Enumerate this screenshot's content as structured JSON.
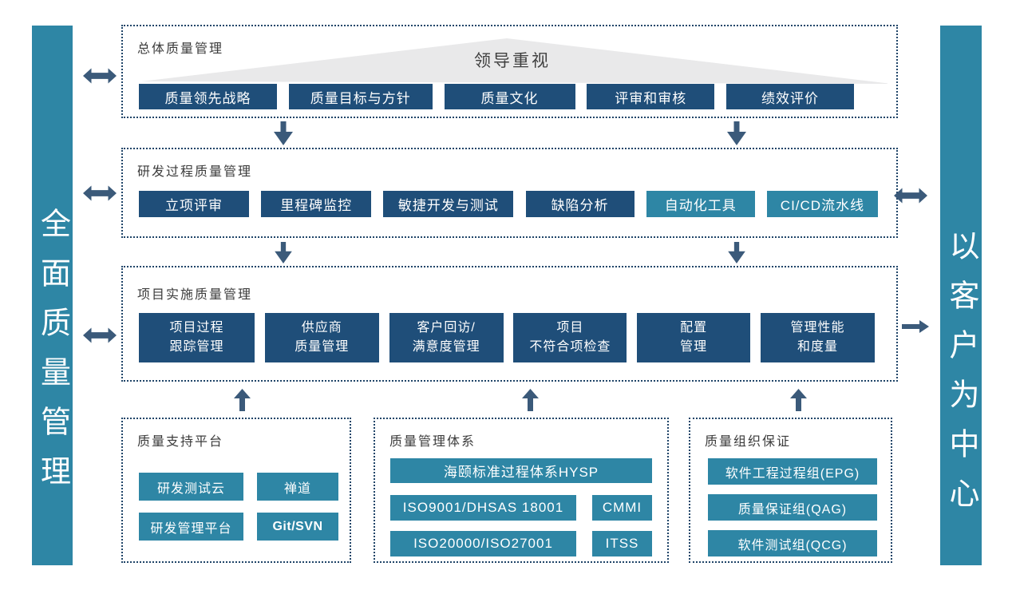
{
  "colors": {
    "dark_blue": "#1F4E79",
    "teal": "#2E86A5",
    "arrow": "#3B5A7A",
    "border": "#1F4468",
    "banner_fill": "#E9E9EA"
  },
  "left_bar": {
    "label": "全面质量管理"
  },
  "right_bar": {
    "label": "以客户为中心"
  },
  "sections": {
    "overall": {
      "title": "总体质量管理",
      "banner": "领导重视",
      "items": [
        "质量领先战略",
        "质量目标与方针",
        "质量文化",
        "评审和审核",
        "绩效评价"
      ]
    },
    "rd": {
      "title": "研发过程质量管理",
      "items": [
        "立项评审",
        "里程碑监控",
        "敏捷开发与测试",
        "缺陷分析",
        "自动化工具",
        "CI/CD流水线"
      ]
    },
    "project": {
      "title": "项目实施质量管理",
      "items": [
        [
          "项目过程",
          "跟踪管理"
        ],
        [
          "供应商",
          "质量管理"
        ],
        [
          "客户回访/",
          "满意度管理"
        ],
        [
          "项目",
          "不符合项检查"
        ],
        [
          "配置",
          "管理"
        ],
        [
          "管理性能",
          "和度量"
        ]
      ]
    },
    "support": {
      "title": "质量支持平台",
      "items": [
        "研发测试云",
        "禅道",
        "研发管理平台",
        "Git/SVN"
      ]
    },
    "system": {
      "title": "质量管理体系",
      "hero": "海颐标准过程体系HYSP",
      "items": [
        "ISO9001/DHSAS 18001",
        "CMMI",
        "ISO20000/ISO27001",
        "ITSS"
      ]
    },
    "org": {
      "title": "质量组织保证",
      "items": [
        "软件工程过程组(EPG)",
        "质量保证组(QAG)",
        "软件测试组(QCG)"
      ]
    }
  }
}
